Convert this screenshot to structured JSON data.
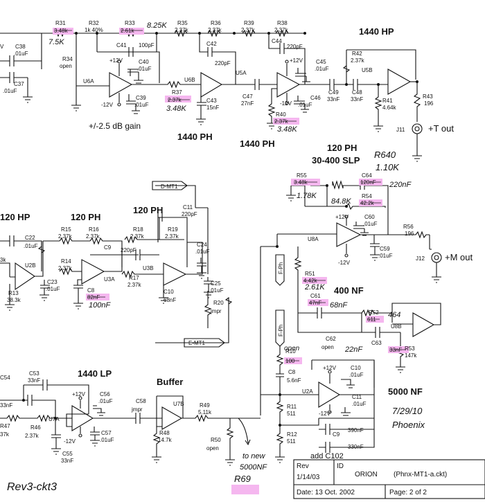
{
  "colors": {
    "ink": "#111111",
    "highlight": "#f5b7ef",
    "pencil": "#555555"
  },
  "headings": {
    "h1440hp": "1440 HP",
    "gain": "+/-2.5 dB gain",
    "ph1440a": "1440 PH",
    "ph1440b": "1440 PH",
    "ph120top": "120 PH",
    "slp": "30-400 SLP",
    "hp120": "120 HP",
    "ph120a": "120 PH",
    "ph120b": "120 PH",
    "nf400": "400 NF",
    "lp1440": "1440 LP",
    "buffer": "Buffer",
    "nf5000": "5000 NF"
  },
  "outputs": {
    "t_out": "+T out",
    "m_out": "+M out",
    "j11": "J11",
    "j12": "J12"
  },
  "connectors": {
    "dmt1": "D-MT1",
    "emt1": "E-MT1",
    "fph1": "F-Ph",
    "fph2": "F-Ph"
  },
  "parts": {
    "c38": "C38",
    "c38v": ".01uF",
    "c37": "C37",
    "c37v": ".01uF",
    "v": "V",
    "r31": "R31",
    "r31v": "3.48k",
    "r31h": "7.5K",
    "r32": "R32",
    "r32v": "1k 40%",
    "r33": "R33",
    "r33v": "2.61k",
    "r33h": "8.25K",
    "r35": "R35",
    "r35v": "2.37k",
    "r36": "R36",
    "r36v": "2.37k",
    "r39": "R39",
    "r39v": "2.37k",
    "r38": "R38",
    "r38v": "2.37k",
    "r34": "R34",
    "r34v": "open",
    "c41": "C41",
    "c41v": "100pF",
    "v12a": "+12V",
    "vm12a": "-12V",
    "c40": "C40",
    "c40v": ".01uF",
    "c39": "C39",
    "c39v": ".01uF",
    "u6a": "U6A",
    "u6b": "U6B",
    "r37": "R37",
    "r37v": "2.37k",
    "r37h": "3.48K",
    "c42": "C42",
    "c42v": "220pF",
    "c43": "C43",
    "c43v": "15nF",
    "c47": "C47",
    "c47v": "27nF",
    "u5a": "U5A",
    "c44": "C44",
    "c44v": "220pF",
    "v12b": "+12V",
    "vm12b": "-12V",
    "c45": "C45",
    "c45v": ".01uF",
    "c46": "C46",
    "c46v": ".01uF",
    "r40": "R40",
    "r40v": "2.37k",
    "r40h": "3.48K",
    "c49": "C49",
    "c49v": "33nF",
    "c48": "C48",
    "c48v": "33nF",
    "r42": "R42",
    "r42v": "2.37k",
    "u5b": "U5B",
    "r41": "R41",
    "r41v": "4.64k",
    "r43": "R43",
    "r43v": "196",
    "r640": "R640",
    "r640v": "1.10K",
    "r55": "R55",
    "r55v": "3.48k",
    "r55h": "1.78K",
    "c64": "C64",
    "c64v": "120nF",
    "c64h": "220nF",
    "r54": "R54",
    "r54v": "42.2k",
    "r54h": "84.8K",
    "v12c": "+12V",
    "vm12c": "-12V",
    "c60": "C60",
    "c60v": ".01uF",
    "u8a": "U8A",
    "r56": "R56",
    "r56v": "196",
    "c59": "C59",
    "c59v": ".01uF",
    "c22": "C22",
    "c22v": ".01uF",
    "u2b": "U2B",
    "r15": "R15",
    "r15v": "2.37k",
    "r16": "R16",
    "r16v": "2.37k",
    "r14": "R14",
    "r14v": "2.37k",
    "c9a": "C9",
    "c9av": "220pF",
    "u3a": "U3A",
    "c23": "C23",
    "c23v": ".01uF",
    "r13": "R13",
    "r13v": "38.3k",
    "c8a": "C8",
    "c8av": "82nF",
    "c8ah": "100nF",
    "k3": "3k",
    "c11a": "C11",
    "c11av": "220pF",
    "r18": "R18",
    "r18v": "2.37k",
    "r19": "R19",
    "r19v": "2.37k",
    "c24": "C24",
    "c24v": ".01uF",
    "u3b": "U3B",
    "r17": "R17",
    "r17v": "2.37k",
    "c10a": "C10",
    "c10av": "68nF",
    "c25": "C25",
    "c25v": ".01uF",
    "r20": "R20",
    "r20v": "jmpr",
    "r51": "R51",
    "r51v": "4.42k",
    "r51h": "2.61K",
    "c61": "C61",
    "c61v": "47nF",
    "c61h": "68nF",
    "r52": "R52",
    "r52v": "611",
    "r52h": "464",
    "u8b": "U8B",
    "c62": "C62",
    "c62v": "open",
    "c63": "C63",
    "c63v": "33nF",
    "c63h": "22nF",
    "r53": "R53",
    "r53v": "147k",
    "r10": "R10",
    "r10v": "100",
    "r10h": "open",
    "c8b": "C8",
    "c8bv": "5.6nF",
    "v12d": "+12V",
    "vm12d": "-12V",
    "c10b": "C10",
    "c10bv": ".01uF",
    "c11b": "C11",
    "c11bv": ".01uF",
    "u2a": "U2A",
    "r11": "R11",
    "r11v": "511",
    "c9b": "C9",
    "c9bv": "390nF",
    "r12": "R12",
    "r12v": "511",
    "c9c": "330nF",
    "add": "add C102",
    "c54": "C54",
    "c54v": "33nF",
    "c53": "C53",
    "c53v": "33nF",
    "v12e": "+12V",
    "vm12e": "-12V",
    "c56": "C56",
    "c56v": ".01uF",
    "c57": "C57",
    "c57v": ".01uF",
    "u7a": "U7A",
    "r47": "R47",
    "r47v": "37k",
    "r46": "R46",
    "r46v": "2.37k",
    "c55": "C55",
    "c55v": "33nF",
    "c58": "C58",
    "c58v": "jmpr",
    "u7b": "U7B",
    "r49": "R49",
    "r49v": "5.11k",
    "r48": "R48",
    "r48v": "14.7k",
    "r50": "R50",
    "r50v": "open"
  },
  "notes": {
    "date_hand": "7/29/10",
    "name_hand": "Phoenix",
    "to_new1": "to new",
    "to_new2": "5000NF",
    "to_new3": "R69",
    "rev_hand": "Rev3-ckt3"
  },
  "title_block": {
    "rev_label": "Rev",
    "rev_value": "1/14/03",
    "id_label": "ID",
    "name": "ORION",
    "file": "(Phnx-MT1-a.ckt)",
    "date": "Date: 13 Oct. 2002",
    "page": "Page: 2 of 2"
  }
}
